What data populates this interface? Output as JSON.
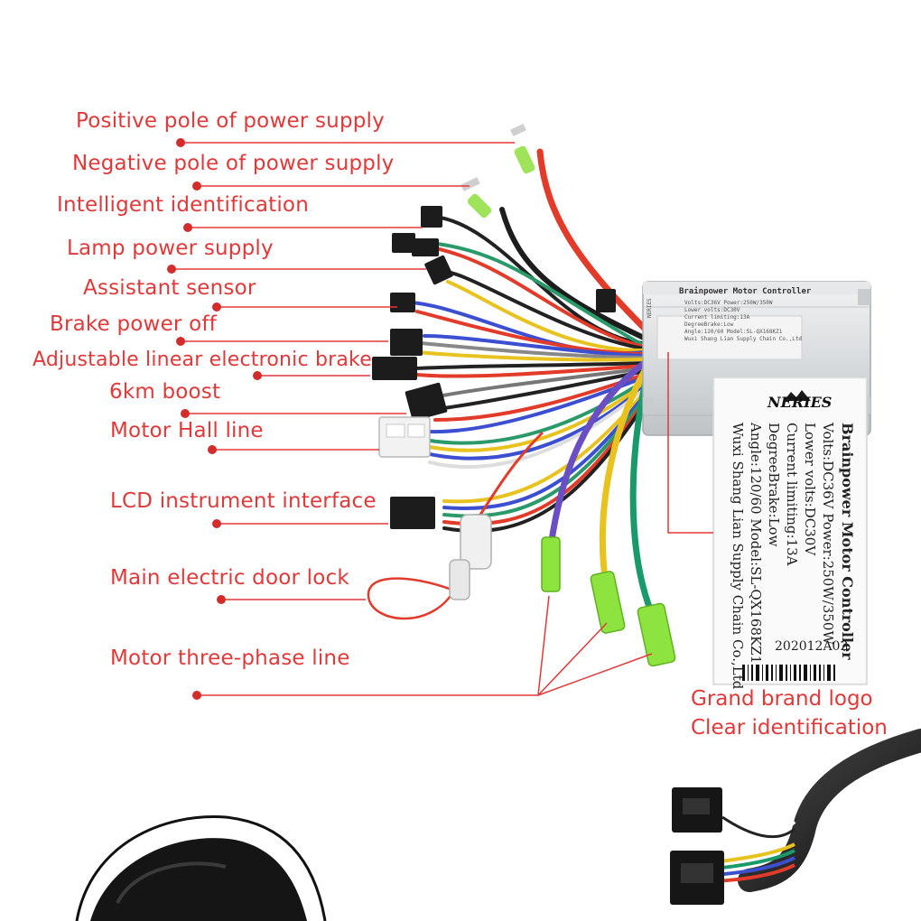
{
  "labels": [
    "Positive pole of power supply",
    "Negative pole of power supply",
    "Intelligent identification",
    "Lamp power supply",
    "Assistant sensor",
    "Brake power off",
    "Adjustable linear electronic brake",
    "6km boost",
    "Motor Hall line",
    "LCD instrument interface",
    "Main electric door lock",
    "Motor three-phase line"
  ],
  "callout": {
    "line1": "Grand brand logo",
    "line2": "Clear identification"
  },
  "controller": {
    "brand": "Brainpower Motor Controller",
    "logo": "NERIES",
    "small_lines": [
      "Volts:DC36V  Power:250W/350W",
      "Lower volts:DC30V",
      "Current limiting:13A",
      "DegreeBrake:Low",
      "Angle:120/60   Model:SL-QX168KZ1",
      "Wuxi Shang Lian Supply Chain Co.,Ltd"
    ],
    "zoom_lines": [
      "Brainpower Motor Controller",
      "Volts:DC36V  Power:250W/350W",
      "Lower volts:DC30V",
      "Current limiting:13A",
      "DegreeBrake:Low",
      "Angle:120/60  Model:SL-QX168KZ1",
      "Wuxi Shang Lian Supply Chain Co.,Ltd"
    ],
    "serial": "202012A02"
  },
  "colors": {
    "accent": "#e0393a",
    "red_wire": "#e23b2a",
    "black_wire": "#222222",
    "green_wire": "#1a9a6a",
    "yellow_wire": "#e8c21e",
    "blue_wire": "#3b4fd0",
    "purple_wire": "#6a4fc4",
    "green_sleeve": "#7ee03a"
  }
}
